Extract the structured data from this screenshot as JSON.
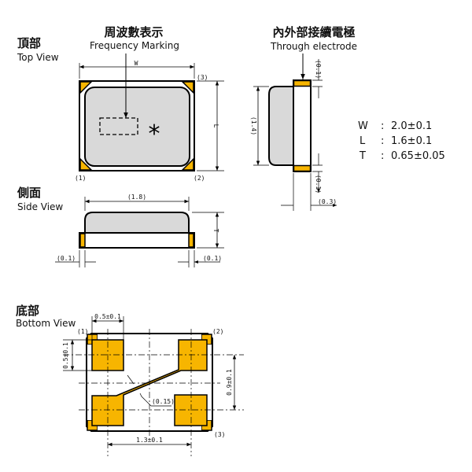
{
  "top_view": {
    "title_jp": "頂部",
    "title_en": "Top View",
    "marking_jp": "周波數表示",
    "marking_en": "Frequency Marking",
    "dim_w": "W",
    "dim_l": "L",
    "asterisk": "*",
    "pin1": "(1)",
    "pin2": "(2)",
    "pin3": "(3)"
  },
  "electrode": {
    "title_jp": "內外部接續電極",
    "title_en": "Through electrode",
    "dim_height": "(1.4)",
    "dim_top": "(0.1)",
    "dim_bottom": "(0.1)",
    "dim_width": "(0.3)"
  },
  "specs": [
    {
      "key": "W",
      "sep": ":",
      "value": "2.0±0.1"
    },
    {
      "key": "L",
      "sep": ":",
      "value": "1.6±0.1"
    },
    {
      "key": "T",
      "sep": ":",
      "value": "0.65±0.05"
    }
  ],
  "side_view": {
    "title_jp": "側面",
    "title_en": "Side View",
    "dim_length": "(1.8)",
    "dim_t": "T",
    "dim_left": "(0.1)",
    "dim_right": "(0.1)"
  },
  "bottom_view": {
    "title_jp": "底部",
    "title_en": "Bottom View",
    "dim_pad_w": "0.5±0.1",
    "dim_pad_h": "0.5±0.1",
    "dim_pitch_v": "0.9±0.1",
    "dim_pitch_h": "1.3±0.1",
    "dim_trace": "(0.15)",
    "pin1": "(1)",
    "pin2": "(2)",
    "pin3": "(3)"
  },
  "colors": {
    "electrode": "#f7b500",
    "lid": "#d9d9d9"
  }
}
